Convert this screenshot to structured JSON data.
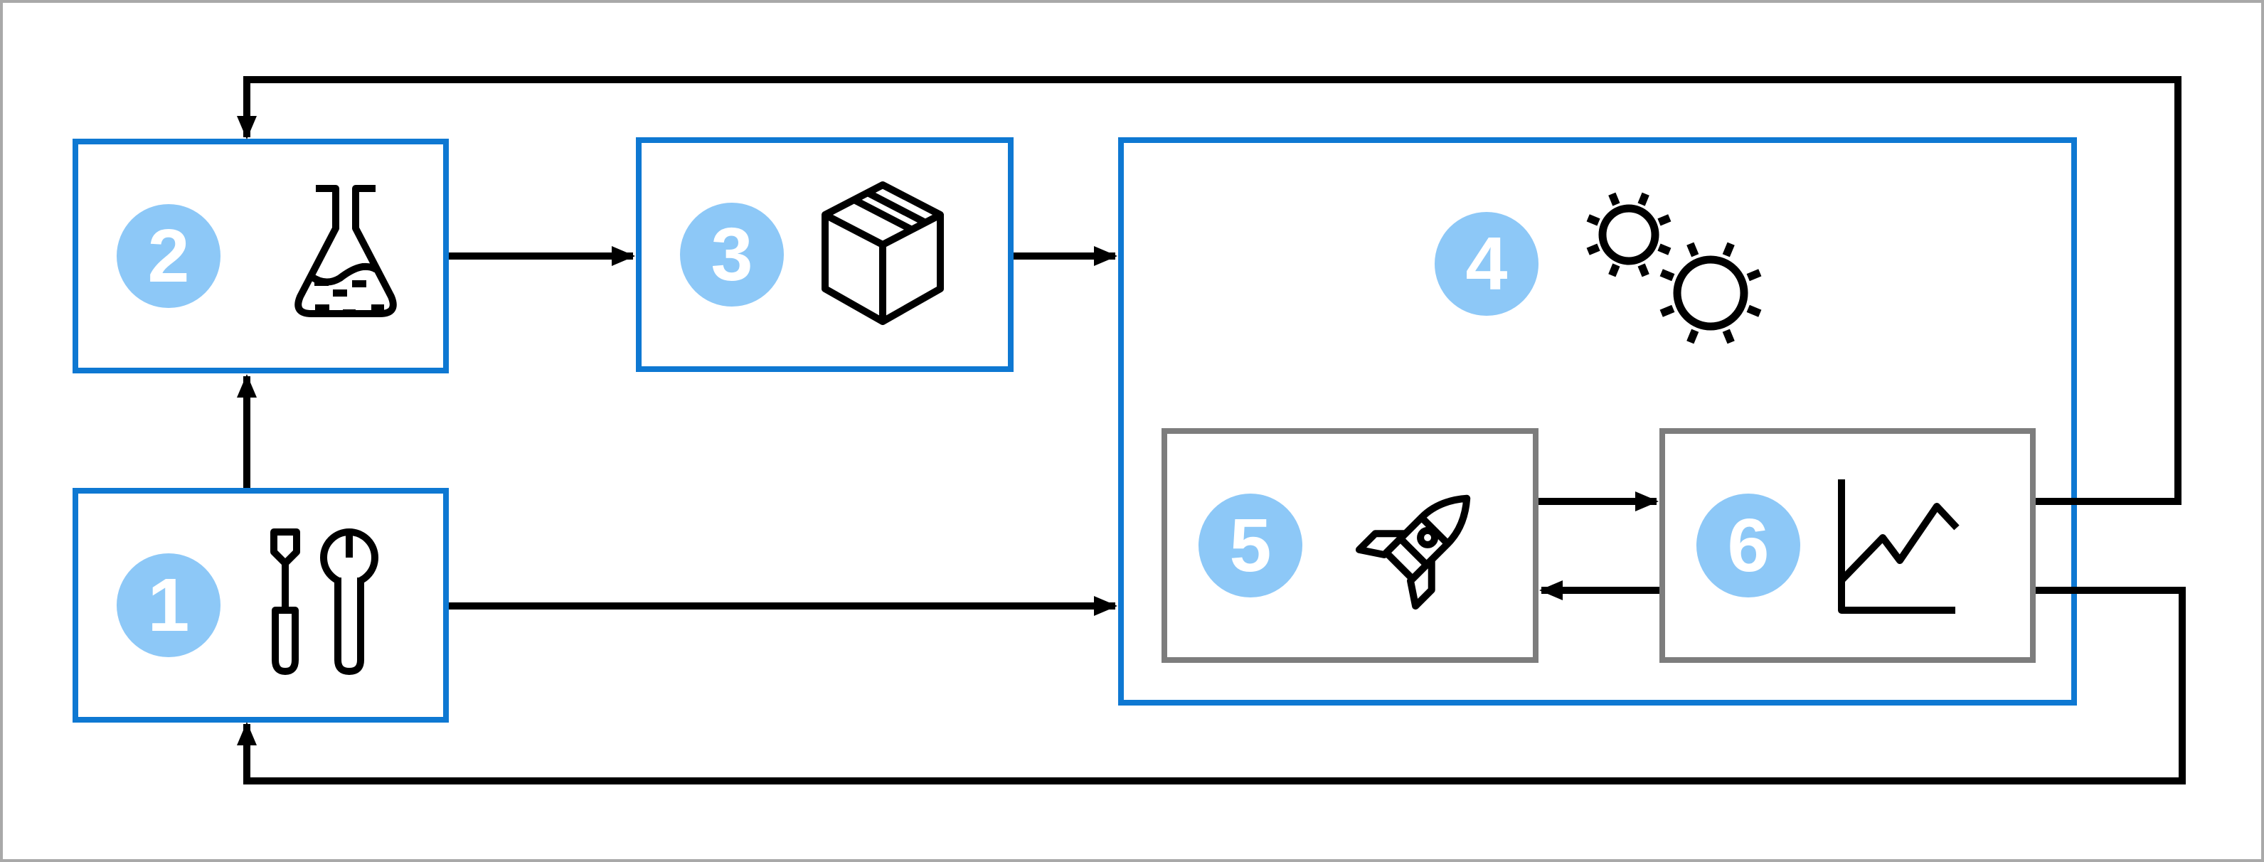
{
  "diagram": {
    "background": "#ffffff",
    "frame_color": "#a9a9a9",
    "accent_blue": "#0e78d2",
    "inner_box_gray": "#7d7d7d",
    "badge_fill": "#8dc8f7",
    "badge_text_color": "#ffffff",
    "connector_color": "#000000"
  },
  "nodes": [
    {
      "id": "1",
      "number": "1",
      "icon": "tools-icon",
      "border": "blue"
    },
    {
      "id": "2",
      "number": "2",
      "icon": "flask-icon",
      "border": "blue"
    },
    {
      "id": "3",
      "number": "3",
      "icon": "package-icon",
      "border": "blue"
    },
    {
      "id": "4",
      "number": "4",
      "icon": "sun-icons",
      "border": "blue",
      "is_container": true
    },
    {
      "id": "5",
      "number": "5",
      "icon": "rocket-icon",
      "border": "gray"
    },
    {
      "id": "6",
      "number": "6",
      "icon": "chart-icon",
      "border": "gray"
    }
  ],
  "edges": [
    {
      "from": "1",
      "to": "2"
    },
    {
      "from": "2",
      "to": "3"
    },
    {
      "from": "3",
      "to": "4"
    },
    {
      "from": "1",
      "to": "4"
    },
    {
      "from": "5",
      "to": "6"
    },
    {
      "from": "6",
      "to": "5"
    },
    {
      "from": "6",
      "to": "2",
      "route": "top-feedback-loop"
    },
    {
      "from": "6",
      "to": "1",
      "route": "bottom-feedback-loop"
    }
  ]
}
